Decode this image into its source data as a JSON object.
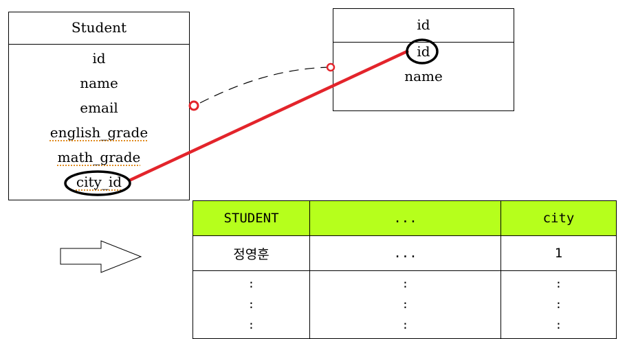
{
  "colors": {
    "relation_line": "#e3242b",
    "table_header_bg": "#b6ff1c",
    "spellcheck_underline": "#e08a1e"
  },
  "student_entity": {
    "title": "Student",
    "fields": [
      "id",
      "name",
      "email",
      "english_grade",
      "math_grade",
      "city_id"
    ]
  },
  "city_entity": {
    "title": "id",
    "fields": [
      "id",
      "name"
    ]
  },
  "table": {
    "headers": [
      "STUDENT",
      "...",
      "city"
    ],
    "row": [
      "정영훈",
      "...",
      "1"
    ],
    "dots_row": [
      ":\n:\n:",
      ":\n:\n:",
      ":\n:\n:"
    ]
  }
}
